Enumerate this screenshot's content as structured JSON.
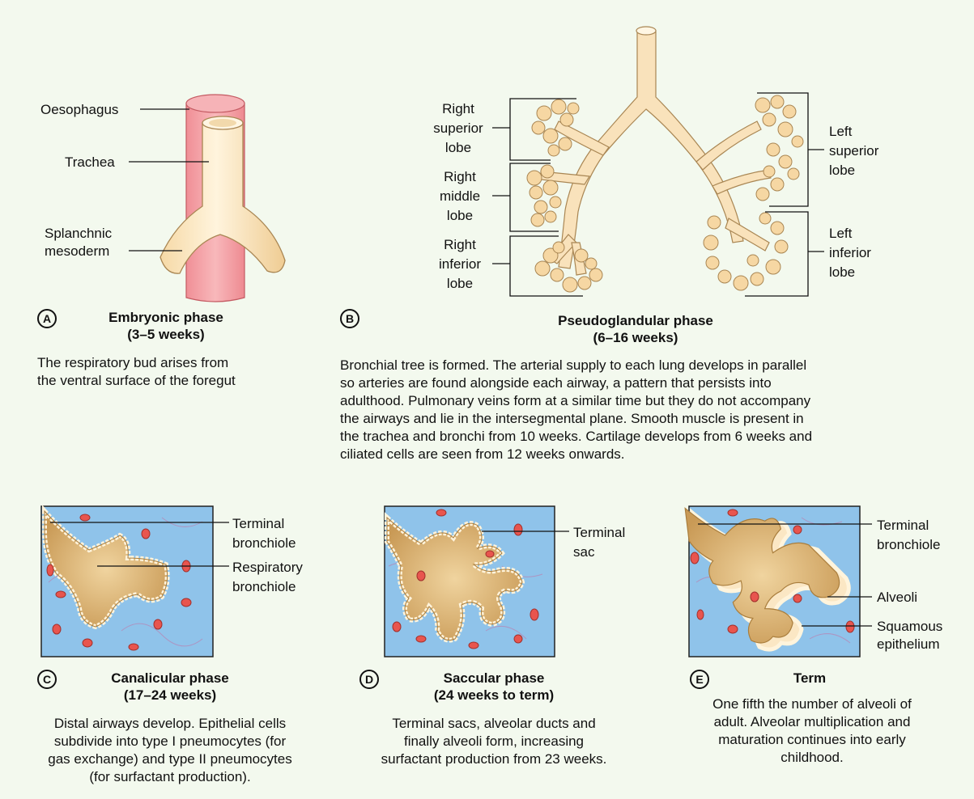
{
  "panel_a": {
    "badge": "A",
    "labels": {
      "oesophagus": "Oesophagus",
      "trachea": "Trachea",
      "splanchnic": "Splanchnic",
      "mesoderm": "mesoderm"
    },
    "title_line1": "Embryonic phase",
    "title_line2": "(3–5 weeks)",
    "desc_line1": "The respiratory bud arises from",
    "desc_line2": "the ventral surface of the foregut"
  },
  "panel_b": {
    "badge": "B",
    "labels": {
      "right_superior": [
        "Right",
        "superior",
        "lobe"
      ],
      "right_middle": [
        "Right",
        "middle",
        "lobe"
      ],
      "right_inferior": [
        "Right",
        "inferior",
        "lobe"
      ],
      "left_superior": [
        "Left",
        "superior",
        "lobe"
      ],
      "left_inferior": [
        "Left",
        "inferior",
        "lobe"
      ]
    },
    "title_line1": "Pseudoglandular phase",
    "title_line2": "(6–16 weeks)",
    "desc_lines": [
      "Bronchial tree is formed. The arterial supply to each lung develops in parallel",
      "so arteries are found alongside each airway, a pattern that persists into",
      "adulthood. Pulmonary veins form at a similar time but they do not accompany",
      "the airways and lie in the intersegmental plane. Smooth muscle is present in",
      "the trachea and bronchi from 10 weeks. Cartilage develops from 6 weeks and",
      "ciliated cells are seen from 12 weeks onwards."
    ]
  },
  "panel_c": {
    "badge": "C",
    "labels": {
      "terminal_bronchiole": [
        "Terminal",
        "bronchiole"
      ],
      "respiratory_bronchiole": [
        "Respiratory",
        "bronchiole"
      ]
    },
    "title_line1": "Canalicular phase",
    "title_line2": "(17–24 weeks)",
    "desc_lines": [
      "Distal airways develop. Epithelial cells",
      "subdivide into type I pneumocytes (for",
      "gas exchange) and type II pneumocytes",
      "(for surfactant production)."
    ]
  },
  "panel_d": {
    "badge": "D",
    "labels": {
      "terminal_sac": [
        "Terminal",
        "sac"
      ]
    },
    "title_line1": "Saccular phase",
    "title_line2": "(24 weeks to term)",
    "desc_lines": [
      "Terminal sacs, alveolar ducts and",
      "finally alveoli form, increasing",
      "surfactant production from 23 weeks."
    ]
  },
  "panel_e": {
    "badge": "E",
    "labels": {
      "terminal_bronchiole": [
        "Terminal",
        "bronchiole"
      ],
      "alveoli": "Alveoli",
      "squamous_epithelium": [
        "Squamous",
        "epithelium"
      ]
    },
    "title_line1": "Term",
    "desc_lines": [
      "One fifth the number of alveoli of",
      "adult. Alveolar multiplication and",
      "maturation continues into early",
      "childhood."
    ]
  },
  "colors": {
    "background": "#f3f9ee",
    "tissue_blue": "#8fc3ea",
    "airway_tan": "#d9b47a",
    "tube_cream": "#fbe7c4",
    "oesophagus_pink": "#f2a4a8",
    "blood_cell_red": "#e8554e"
  }
}
